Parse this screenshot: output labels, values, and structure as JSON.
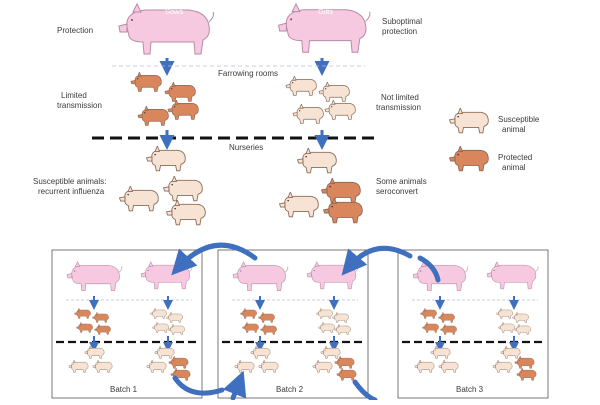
{
  "top": {
    "sows_tag": "Sows",
    "gilts_tag": "Gilts",
    "protection": "Protection",
    "suboptimal_1": "Suboptimal",
    "suboptimal_2": "protection",
    "farrowing": "Farrowing rooms",
    "limited_1": "Limited",
    "limited_2": "transmission",
    "not_limited_1": "Not limited",
    "not_limited_2": "transmission",
    "nurseries": "Nurseries",
    "susceptible_1": "Susceptible animals:",
    "susceptible_2": "recurrent influenza",
    "some_1": "Some animals",
    "some_2": "seroconvert"
  },
  "legend": {
    "susceptible_1": "Susceptible",
    "susceptible_2": "animal",
    "protected_1": "Protected",
    "protected_2": "animal"
  },
  "batches": [
    "Batch 1",
    "Batch 2",
    "Batch 3"
  ],
  "colors": {
    "sow_pink": "#f7c9e0",
    "piglet_orange": "#d9865c",
    "susceptible_beige": "#f6e3d4",
    "arrow_blue": "#3f6fbf",
    "dashed_line": "#111111",
    "farrow_line": "#b8b8e8"
  }
}
